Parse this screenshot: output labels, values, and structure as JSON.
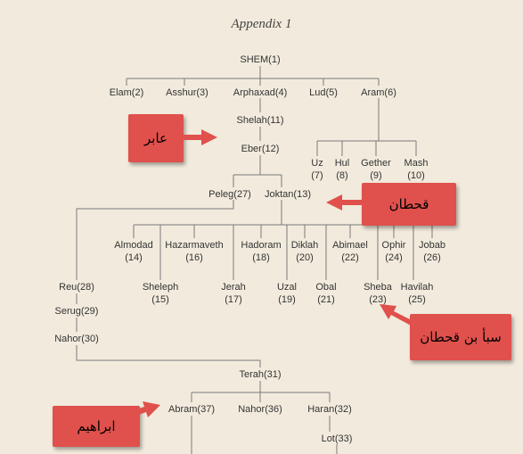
{
  "title": "Appendix 1",
  "colors": {
    "paper": "#f2ebdd",
    "line": "#7a7a7a",
    "callout": "#e0504c"
  },
  "nodes": {
    "shem": "SHEM(1)",
    "elam": "Elam(2)",
    "asshur": "Asshur(3)",
    "arphaxad": "Arphaxad(4)",
    "lud": "Lud(5)",
    "aram": "Aram(6)",
    "shelah": "Shelah(11)",
    "eber": "Eber(12)",
    "uz": {
      "name": "Uz",
      "num": "(7)"
    },
    "hul": {
      "name": "Hul",
      "num": "(8)"
    },
    "gether": {
      "name": "Gether",
      "num": "(9)"
    },
    "mash": {
      "name": "Mash",
      "num": "(10)"
    },
    "peleg": "Peleg(27)",
    "joktan": "Joktan(13)",
    "almodad": {
      "name": "Almodad",
      "num": "(14)"
    },
    "hazarmaveth": {
      "name": "Hazarmaveth",
      "num": "(16)"
    },
    "hadoram": {
      "name": "Hadoram",
      "num": "(18)"
    },
    "diklah": {
      "name": "Diklah",
      "num": "(20)"
    },
    "abimael": {
      "name": "Abimael",
      "num": "(22)"
    },
    "ophir": {
      "name": "Ophir",
      "num": "(24)"
    },
    "jobab": {
      "name": "Jobab",
      "num": "(26)"
    },
    "sheleph": {
      "name": "Sheleph",
      "num": "(15)"
    },
    "jerah": {
      "name": "Jerah",
      "num": "(17)"
    },
    "uzal": {
      "name": "Uzal",
      "num": "(19)"
    },
    "obal": {
      "name": "Obal",
      "num": "(21)"
    },
    "sheba": {
      "name": "Sheba",
      "num": "(23)"
    },
    "havilah": {
      "name": "Havilah",
      "num": "(25)"
    },
    "reu": "Reu(28)",
    "serug": "Serug(29)",
    "nahor30": "Nahor(30)",
    "terah": "Terah(31)",
    "abram": "Abram(37)",
    "nahor36": "Nahor(36)",
    "haran": "Haran(32)",
    "lot": "Lot(33)"
  },
  "callouts": {
    "eber": "عابر",
    "joktan": "قحطان",
    "sheba": "سبأ بن قحطان",
    "abram": "ابراهيم"
  }
}
